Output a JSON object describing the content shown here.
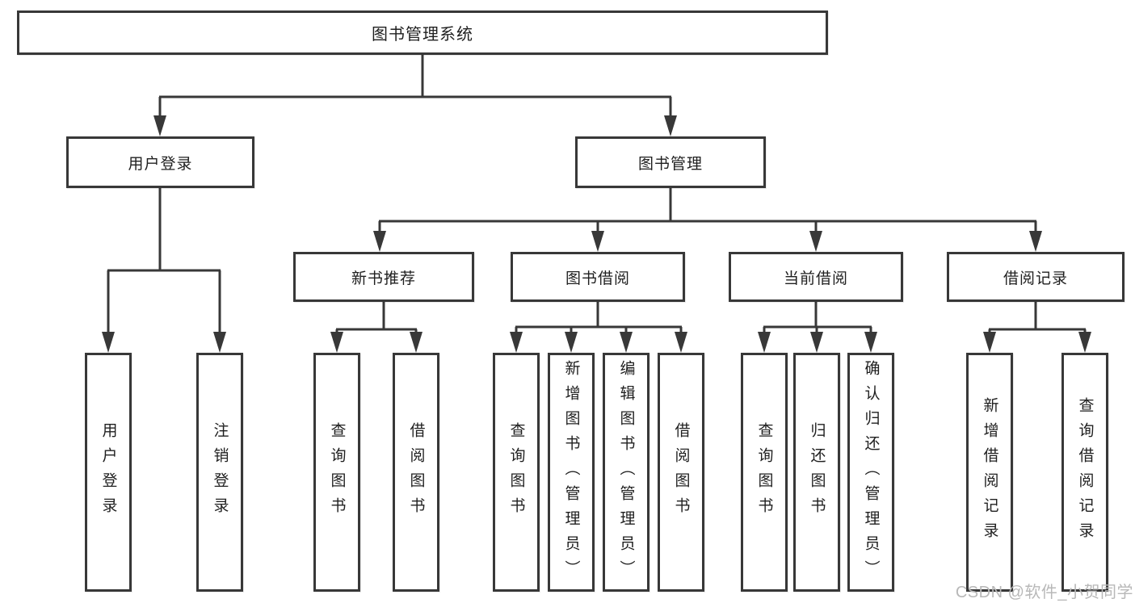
{
  "colors": {
    "line": "#383838",
    "text": "#1f1f1f",
    "watermark": "#b8b8b8",
    "background": "#ffffff"
  },
  "watermark": {
    "text": "CSDN @软件_小贺同学"
  },
  "tree": {
    "label": "图书管理系统",
    "children": [
      {
        "label": "用户登录",
        "children": [
          {
            "label": "用户登录"
          },
          {
            "label": "注销登录"
          }
        ]
      },
      {
        "label": "图书管理",
        "children": [
          {
            "label": "新书推荐",
            "children": [
              {
                "label": "查询图书"
              },
              {
                "label": "借阅图书"
              }
            ]
          },
          {
            "label": "图书借阅",
            "children": [
              {
                "label": "查询图书"
              },
              {
                "label": "新增图书（管理员）"
              },
              {
                "label": "编辑图书（管理员）"
              },
              {
                "label": "借阅图书"
              }
            ]
          },
          {
            "label": "当前借阅",
            "children": [
              {
                "label": "查询图书"
              },
              {
                "label": "归还图书"
              },
              {
                "label": "确认归还（管理员）"
              }
            ]
          },
          {
            "label": "借阅记录",
            "children": [
              {
                "label": "新增借阅记录"
              },
              {
                "label": "查询借阅记录"
              }
            ]
          }
        ]
      }
    ]
  }
}
